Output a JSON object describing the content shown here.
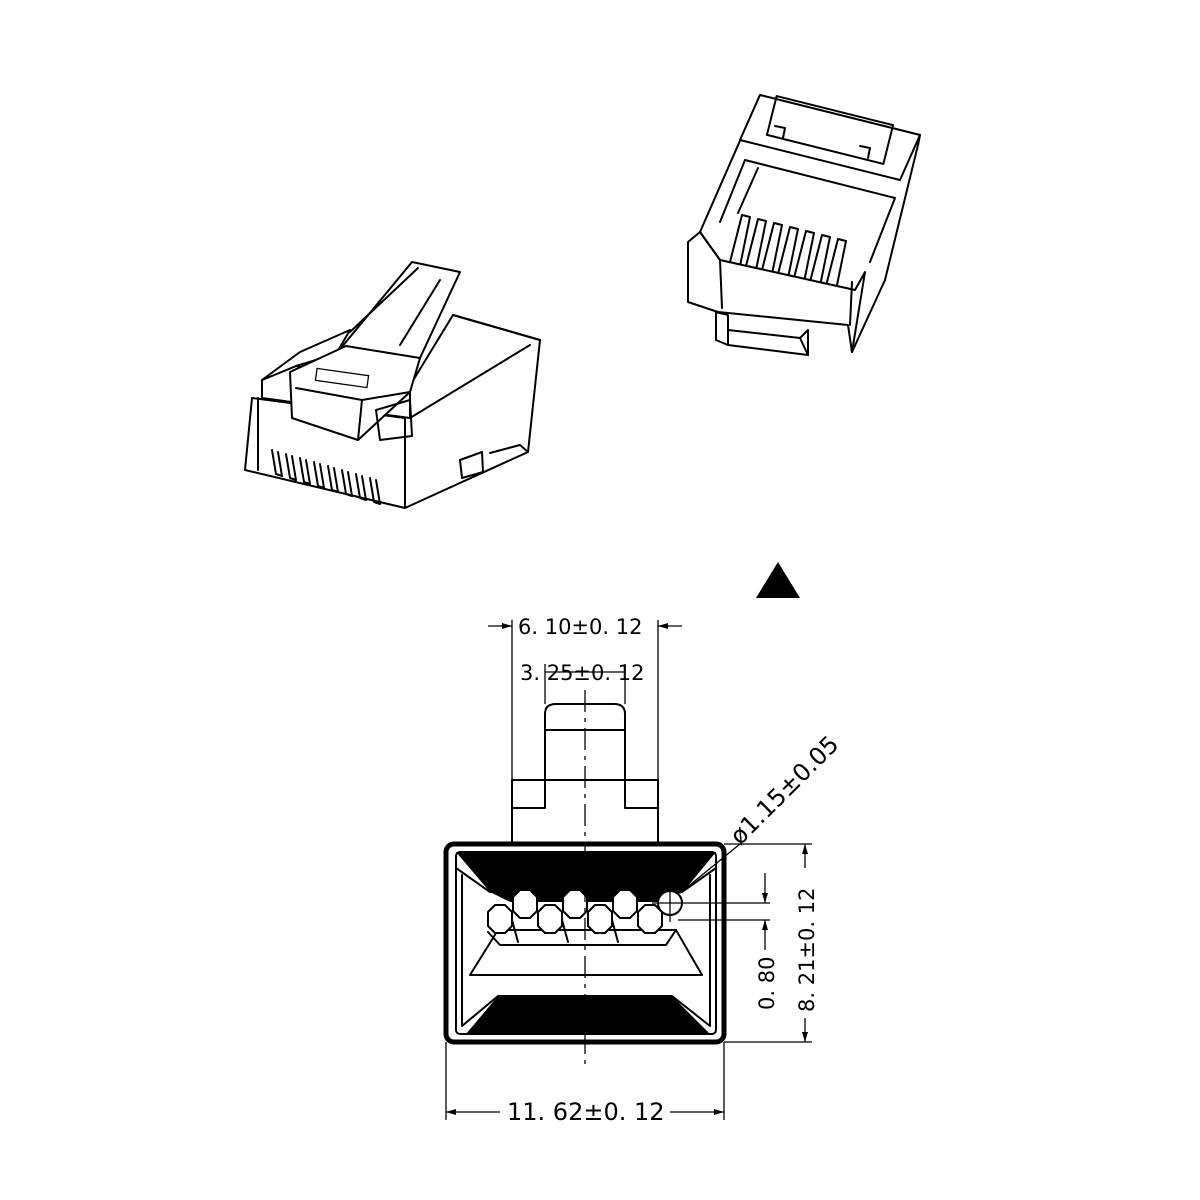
{
  "marker": "triangle-symbol",
  "dimensions": {
    "top_width": "6. 10±0. 12",
    "tab_width": "3. 25±0. 12",
    "diameter": "ø1.15±0.05",
    "pin_pitch": "0. 80",
    "height": "8. 21±0. 12",
    "body_width": "11. 62±0. 12"
  }
}
